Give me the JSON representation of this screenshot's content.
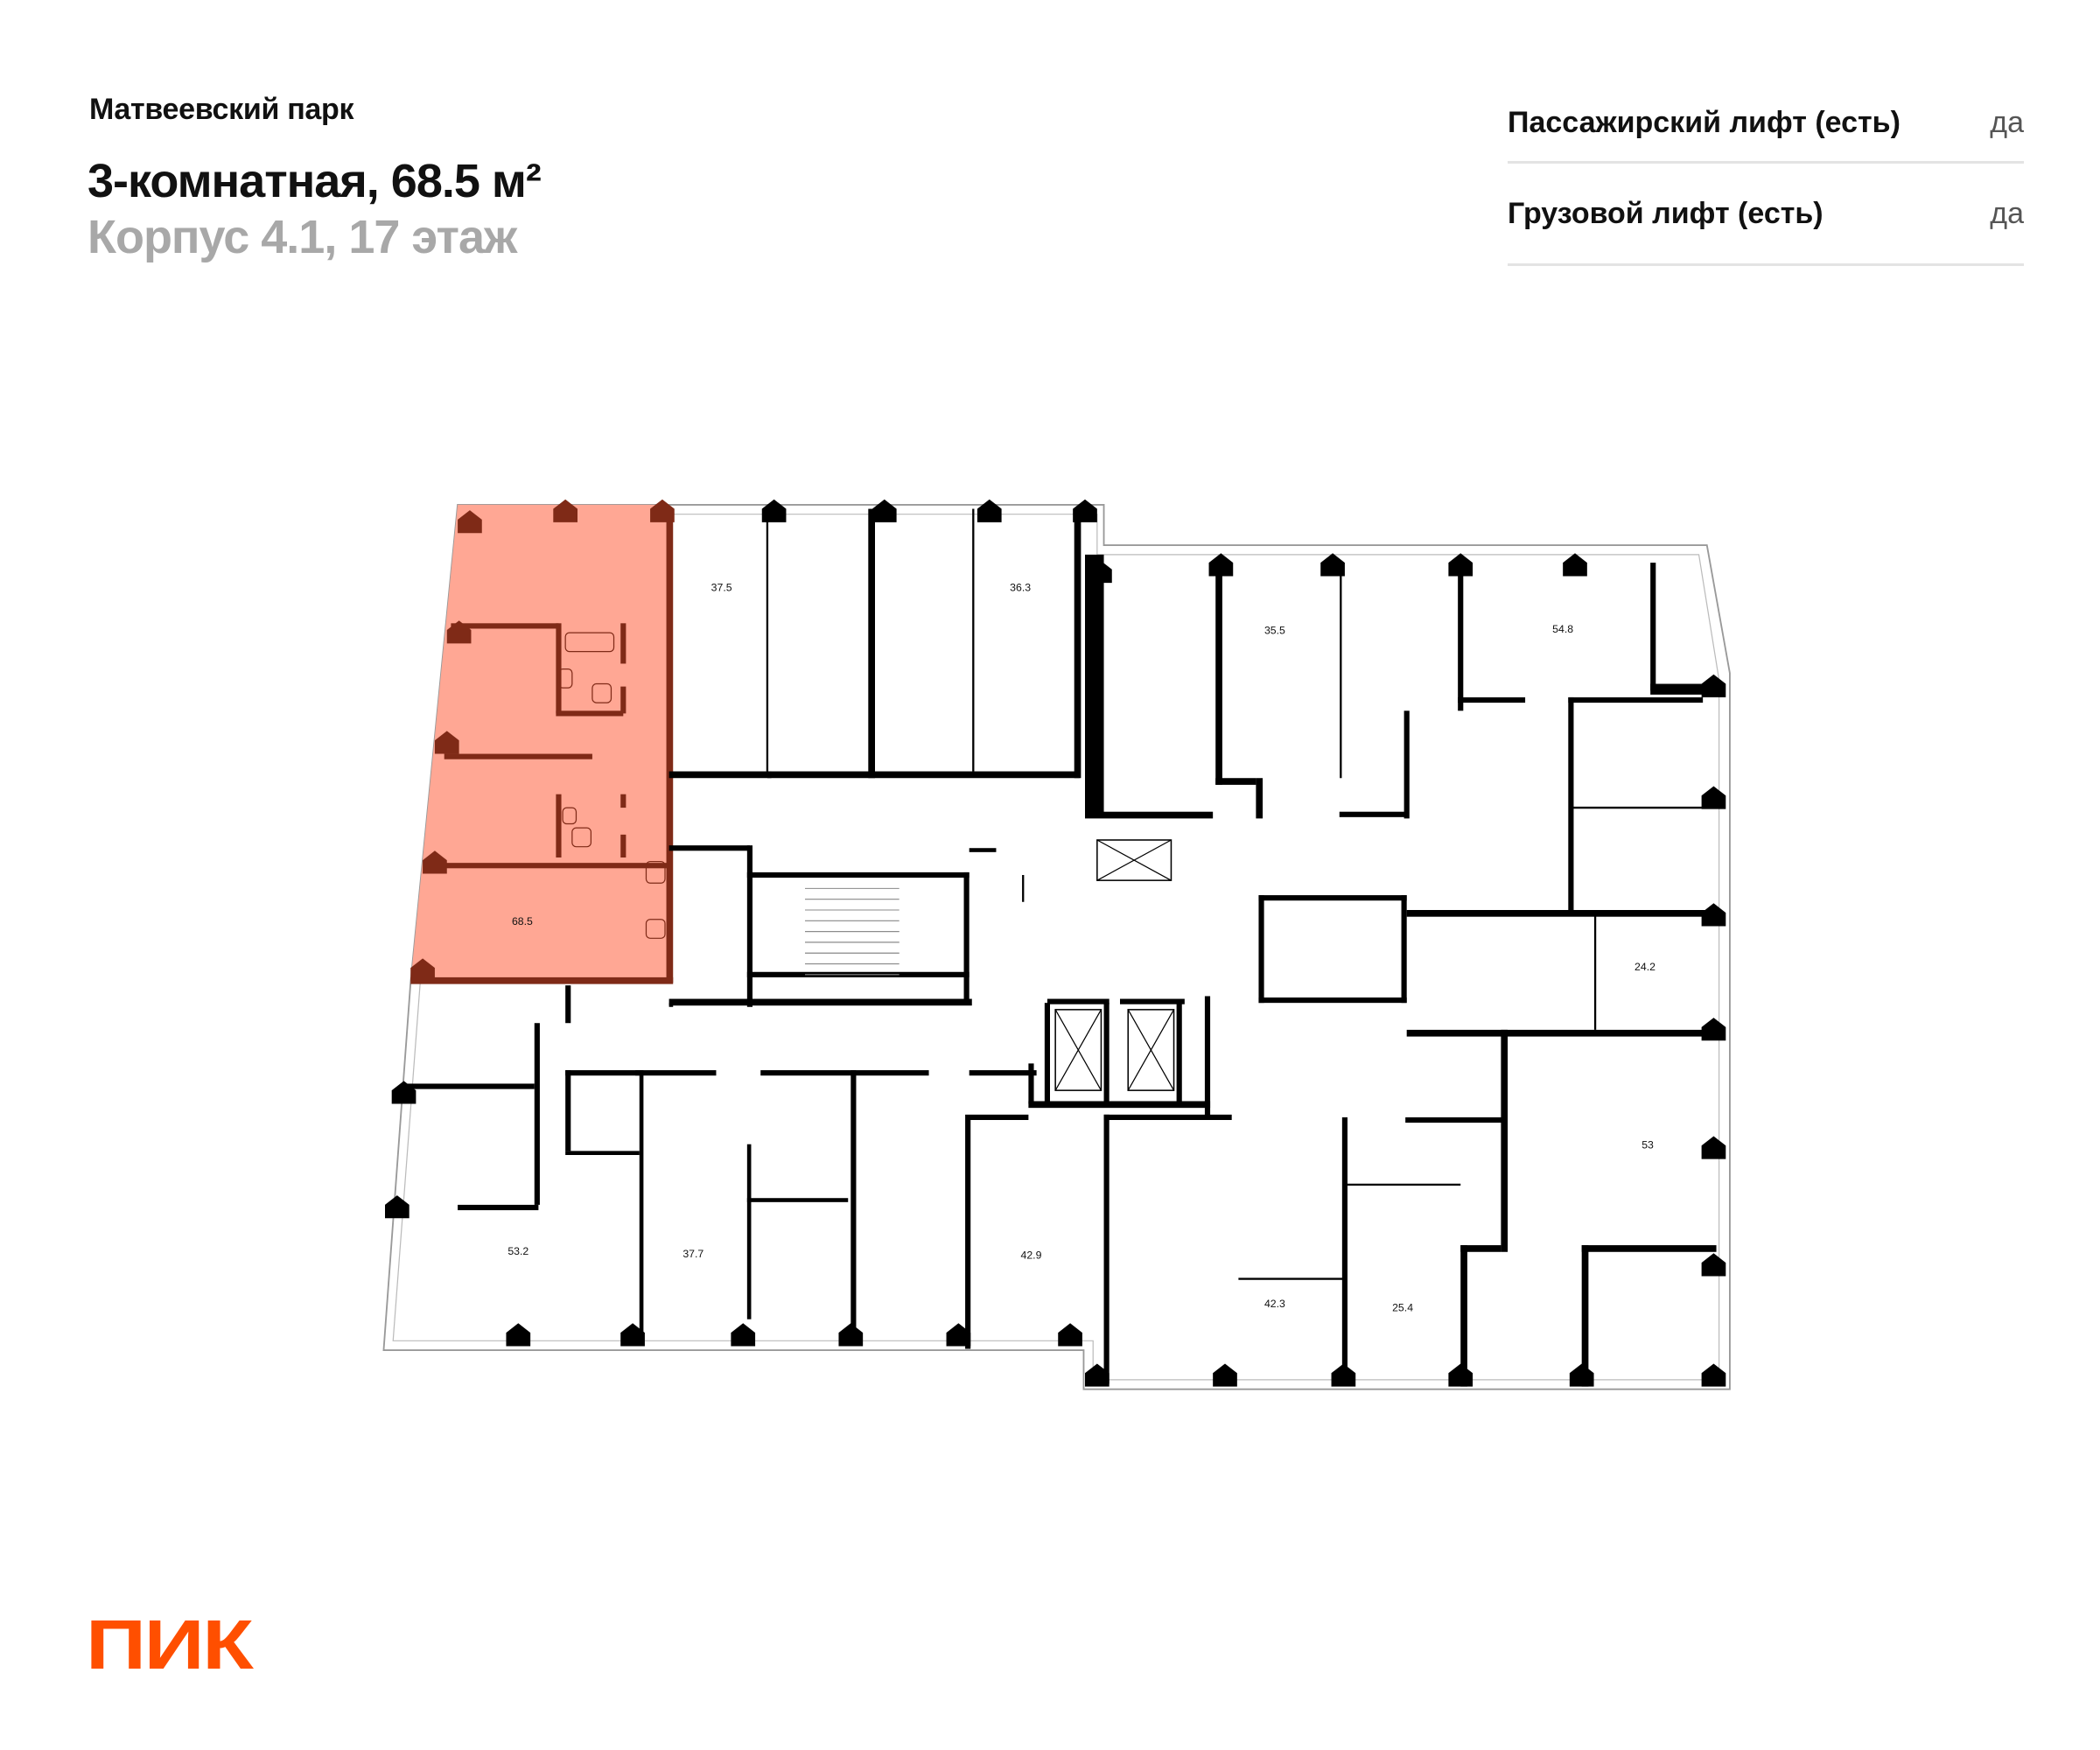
{
  "header": {
    "project": "Матвеевский парк",
    "title": "3-комнатная, 68.5 м²",
    "subtitle": "Корпус 4.1, 17 этаж"
  },
  "properties": [
    {
      "label": "Пассажирский лифт (есть)",
      "value": "да"
    },
    {
      "label": "Грузовой лифт (есть)",
      "value": "да"
    }
  ],
  "plan": {
    "highlight_color": "#ffa794",
    "highlight_wall_color": "#7f2a17",
    "apartments": [
      {
        "area": "68.5",
        "selected": true
      },
      {
        "area": "37.5"
      },
      {
        "area": "36.3"
      },
      {
        "area": "35.5"
      },
      {
        "area": "54.8"
      },
      {
        "area": "24.2"
      },
      {
        "area": "53"
      },
      {
        "area": "53.2"
      },
      {
        "area": "37.7"
      },
      {
        "area": "42.9"
      },
      {
        "area": "42.3"
      },
      {
        "area": "25.4"
      }
    ]
  },
  "logo": {
    "text": "ПИК",
    "color": "#ff4f00"
  }
}
